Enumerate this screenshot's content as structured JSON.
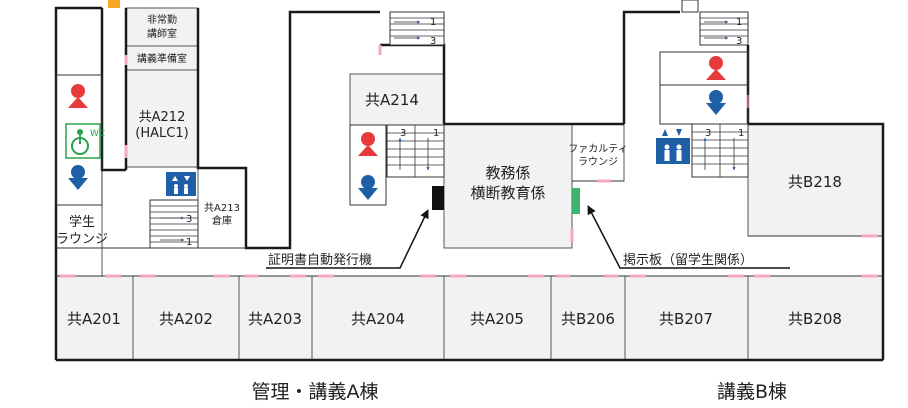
{
  "colors": {
    "room_fill": "#f2f2f2",
    "room_stroke": "#555555",
    "wall": "#1a1a1a",
    "door": "#f4a8c4",
    "elevator_blue": "#1f5fa8",
    "female_red": "#e83a3a",
    "male_blue": "#1f5fa8",
    "accessible_green": "#2aa34a",
    "corridor": "#ffffff",
    "black_machine": "#111111",
    "board_green": "#3cb371"
  },
  "rooms": {
    "a201": "共A201",
    "a202": "共A202",
    "a203": "共A203",
    "a204": "共A204",
    "a205": "共A205",
    "b206": "共B206",
    "b207": "共B207",
    "b208": "共B208",
    "b218": "共B218",
    "a214": "共A214",
    "a212_line1": "共A212",
    "a212_line2": "(HALC1)",
    "a213_line1": "共A213",
    "a213_line2": "倉庫",
    "lecturer_line1": "非常勤",
    "lecturer_line2": "講師室",
    "prep": "講義準備室",
    "student_line1": "学生",
    "student_line2": "ラウンジ",
    "academic_line1": "教務係",
    "academic_line2": "横断教育係",
    "faculty_line1": "ファカルティ",
    "faculty_line2": "ラウンジ"
  },
  "callouts": {
    "certificate_machine": "証明書自動発行機",
    "bulletin_board": "掲示板（留学生関係）"
  },
  "buildings": {
    "left": "管理・講義A棟",
    "right": "講義B棟"
  },
  "stairs": {
    "floor_up": "3",
    "floor_down": "1"
  },
  "icons": {
    "elevator": "elevator-icon",
    "female_toilet": "female-toilet-icon",
    "male_toilet": "male-toilet-icon",
    "accessible_toilet": "accessible-toilet-icon",
    "up_arrow": "up-arrow-icon",
    "down_arrow": "down-arrow-icon"
  }
}
